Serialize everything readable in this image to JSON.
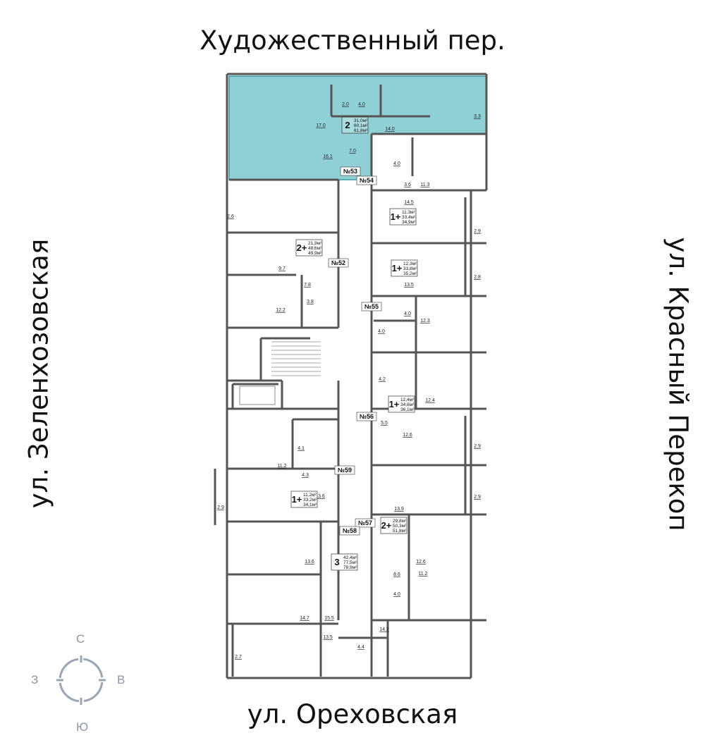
{
  "streets": {
    "north": "Художественный пер.",
    "south": "ул. Ореховская",
    "west": "ул. Зеленхозовская",
    "east": "ул. Красный Перекоп"
  },
  "compass": {
    "north": "С",
    "east": "В",
    "south": "Ю",
    "west": "З"
  },
  "colors": {
    "highlight": "#8fd0d6",
    "highlight_stroke": "#3e9aa6",
    "wall": "#555555",
    "compass": "#9aa6b4"
  },
  "highlighted_apartment": "№53",
  "apartment_numbers": [
    "№53",
    "№54",
    "№52",
    "№55",
    "№56",
    "№59",
    "№57",
    "№58"
  ],
  "apartments": [
    {
      "rooms": "2",
      "areas": [
        "31,0м²",
        "60,1м²",
        "61,8м²"
      ]
    },
    {
      "rooms": "1+",
      "areas": [
        "11,3м²",
        "33,4м²",
        "34,9м²"
      ]
    },
    {
      "rooms": "2+",
      "areas": [
        "21,9м²",
        "48,6м²",
        "49,9м²"
      ]
    },
    {
      "rooms": "1+",
      "areas": [
        "12,3м²",
        "33,8м²",
        "35,2м²"
      ]
    },
    {
      "rooms": "1+",
      "areas": [
        "12,4м²",
        "34,6м²",
        "36,1м²"
      ]
    },
    {
      "rooms": "1+",
      "areas": [
        "11,2м²",
        "33,2м²",
        "34,1м²"
      ]
    },
    {
      "rooms": "2+",
      "areas": [
        "29,8м²",
        "50,3м²",
        "51,8м²"
      ]
    },
    {
      "rooms": "3",
      "areas": [
        "42,4м²",
        "77,5м²",
        "78,9м²"
      ]
    }
  ],
  "room_areas": [
    "2.0",
    "4.0",
    "17.0",
    "14.0",
    "3.3",
    "7.0",
    "16.1",
    "4.0",
    "3.6",
    "11.3",
    "14.5",
    "2.9",
    "2.6",
    "9.7",
    "7.8",
    "3.8",
    "12.2",
    "13.5",
    "2.8",
    "4.0",
    "12.3",
    "4.0",
    "4.2",
    "12.4",
    "5.5",
    "12.6",
    "2.9",
    "2.9",
    "4.1",
    "11.2",
    "4.3",
    "13.6",
    "2.9",
    "13.9",
    "13.6",
    "12.6",
    "8.6",
    "11.2",
    "4.0",
    "14.7",
    "15.5",
    "13.5",
    "14.2",
    "4.4",
    "2.7"
  ]
}
